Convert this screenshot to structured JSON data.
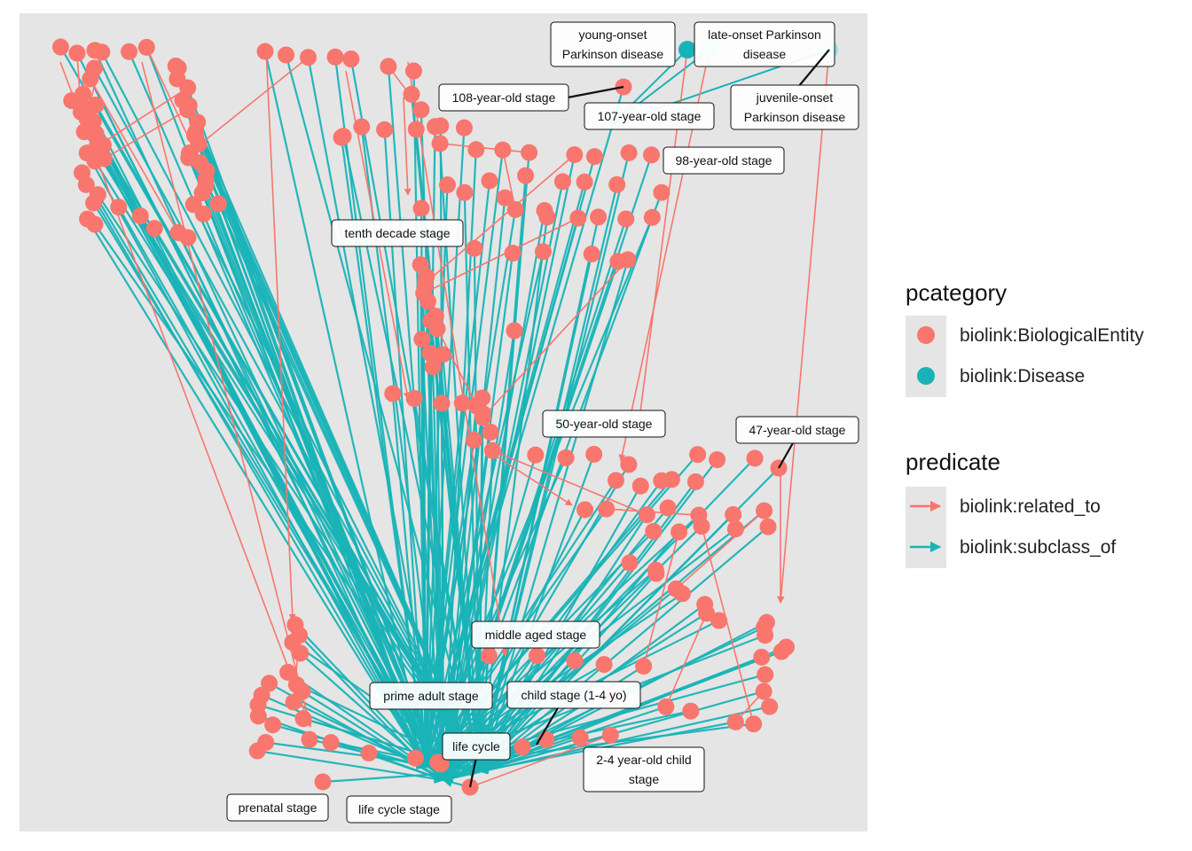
{
  "labels": [
    {
      "id": "young-onset",
      "lines": [
        "young-onset",
        "Parkinson disease"
      ]
    },
    {
      "id": "late-onset",
      "lines": [
        "late-onset Parkinson",
        "disease"
      ]
    },
    {
      "id": "juvenile-onset",
      "lines": [
        "juvenile-onset",
        "Parkinson disease"
      ]
    },
    {
      "id": "108-year",
      "lines": [
        "108-year-old stage"
      ]
    },
    {
      "id": "107-year",
      "lines": [
        "107-year-old stage"
      ]
    },
    {
      "id": "98-year",
      "lines": [
        "98-year-old stage"
      ]
    },
    {
      "id": "tenth-decade",
      "lines": [
        "tenth decade stage"
      ]
    },
    {
      "id": "50-year",
      "lines": [
        "50-year-old stage"
      ]
    },
    {
      "id": "47-year",
      "lines": [
        "47-year-old stage"
      ]
    },
    {
      "id": "middle-aged",
      "lines": [
        "middle aged stage"
      ]
    },
    {
      "id": "prime-adult",
      "lines": [
        "prime adult stage"
      ]
    },
    {
      "id": "child-stage",
      "lines": [
        "child stage (1-4 yo)"
      ]
    },
    {
      "id": "life-cycle",
      "lines": [
        "life cycle"
      ]
    },
    {
      "id": "2-4-year",
      "lines": [
        "2-4 year-old child",
        "stage"
      ]
    },
    {
      "id": "prenatal",
      "lines": [
        "prenatal stage"
      ]
    },
    {
      "id": "life-cycle-stage",
      "lines": [
        "life cycle stage"
      ]
    }
  ],
  "legend": {
    "pcategory": {
      "title": "pcategory",
      "items": [
        {
          "label": "biolink:BiologicalEntity",
          "color": "#F8766D"
        },
        {
          "label": "biolink:Disease",
          "color": "#19B3B7"
        }
      ]
    },
    "predicate": {
      "title": "predicate",
      "items": [
        {
          "label": "biolink:related_to",
          "color": "#F8766D"
        },
        {
          "label": "biolink:subclass_of",
          "color": "#19B3B7"
        }
      ]
    }
  },
  "colors": {
    "panel": "#E5E5E5",
    "entity": "#F8766D",
    "disease": "#19B3B7",
    "disease_light": "#93DDE1"
  }
}
